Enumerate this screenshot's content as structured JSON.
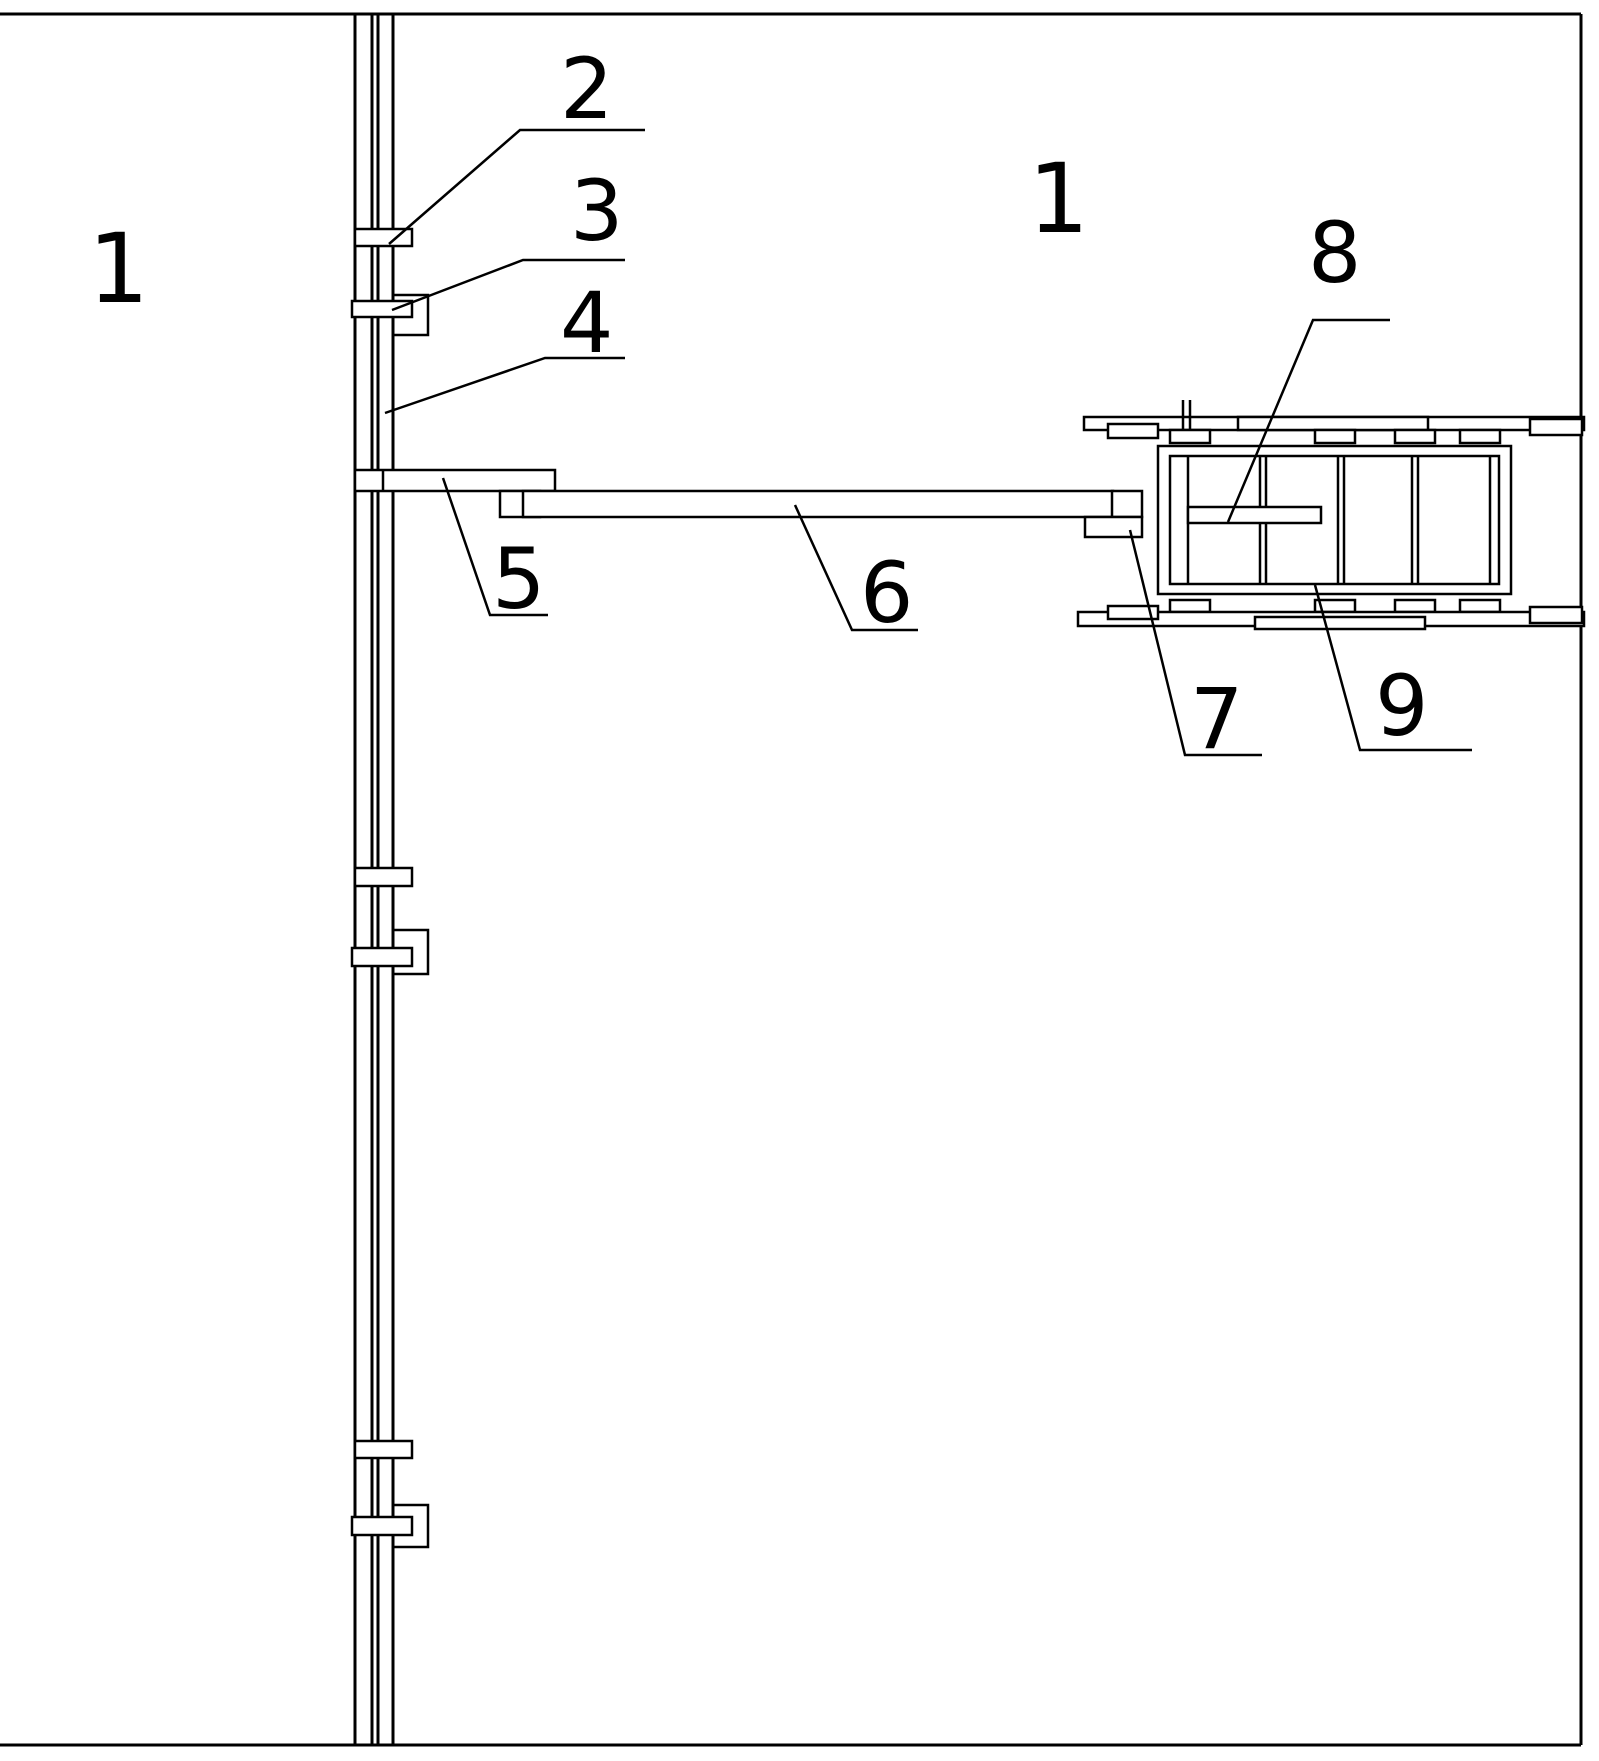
{
  "labels": {
    "region_left": "1",
    "region_right": "1",
    "l2": "2",
    "l3": "3",
    "l4": "4",
    "l5": "5",
    "l6": "6",
    "l7": "7",
    "l8": "8",
    "l9": "9"
  },
  "colors": {
    "line": "#000000",
    "background": "#ffffff"
  }
}
